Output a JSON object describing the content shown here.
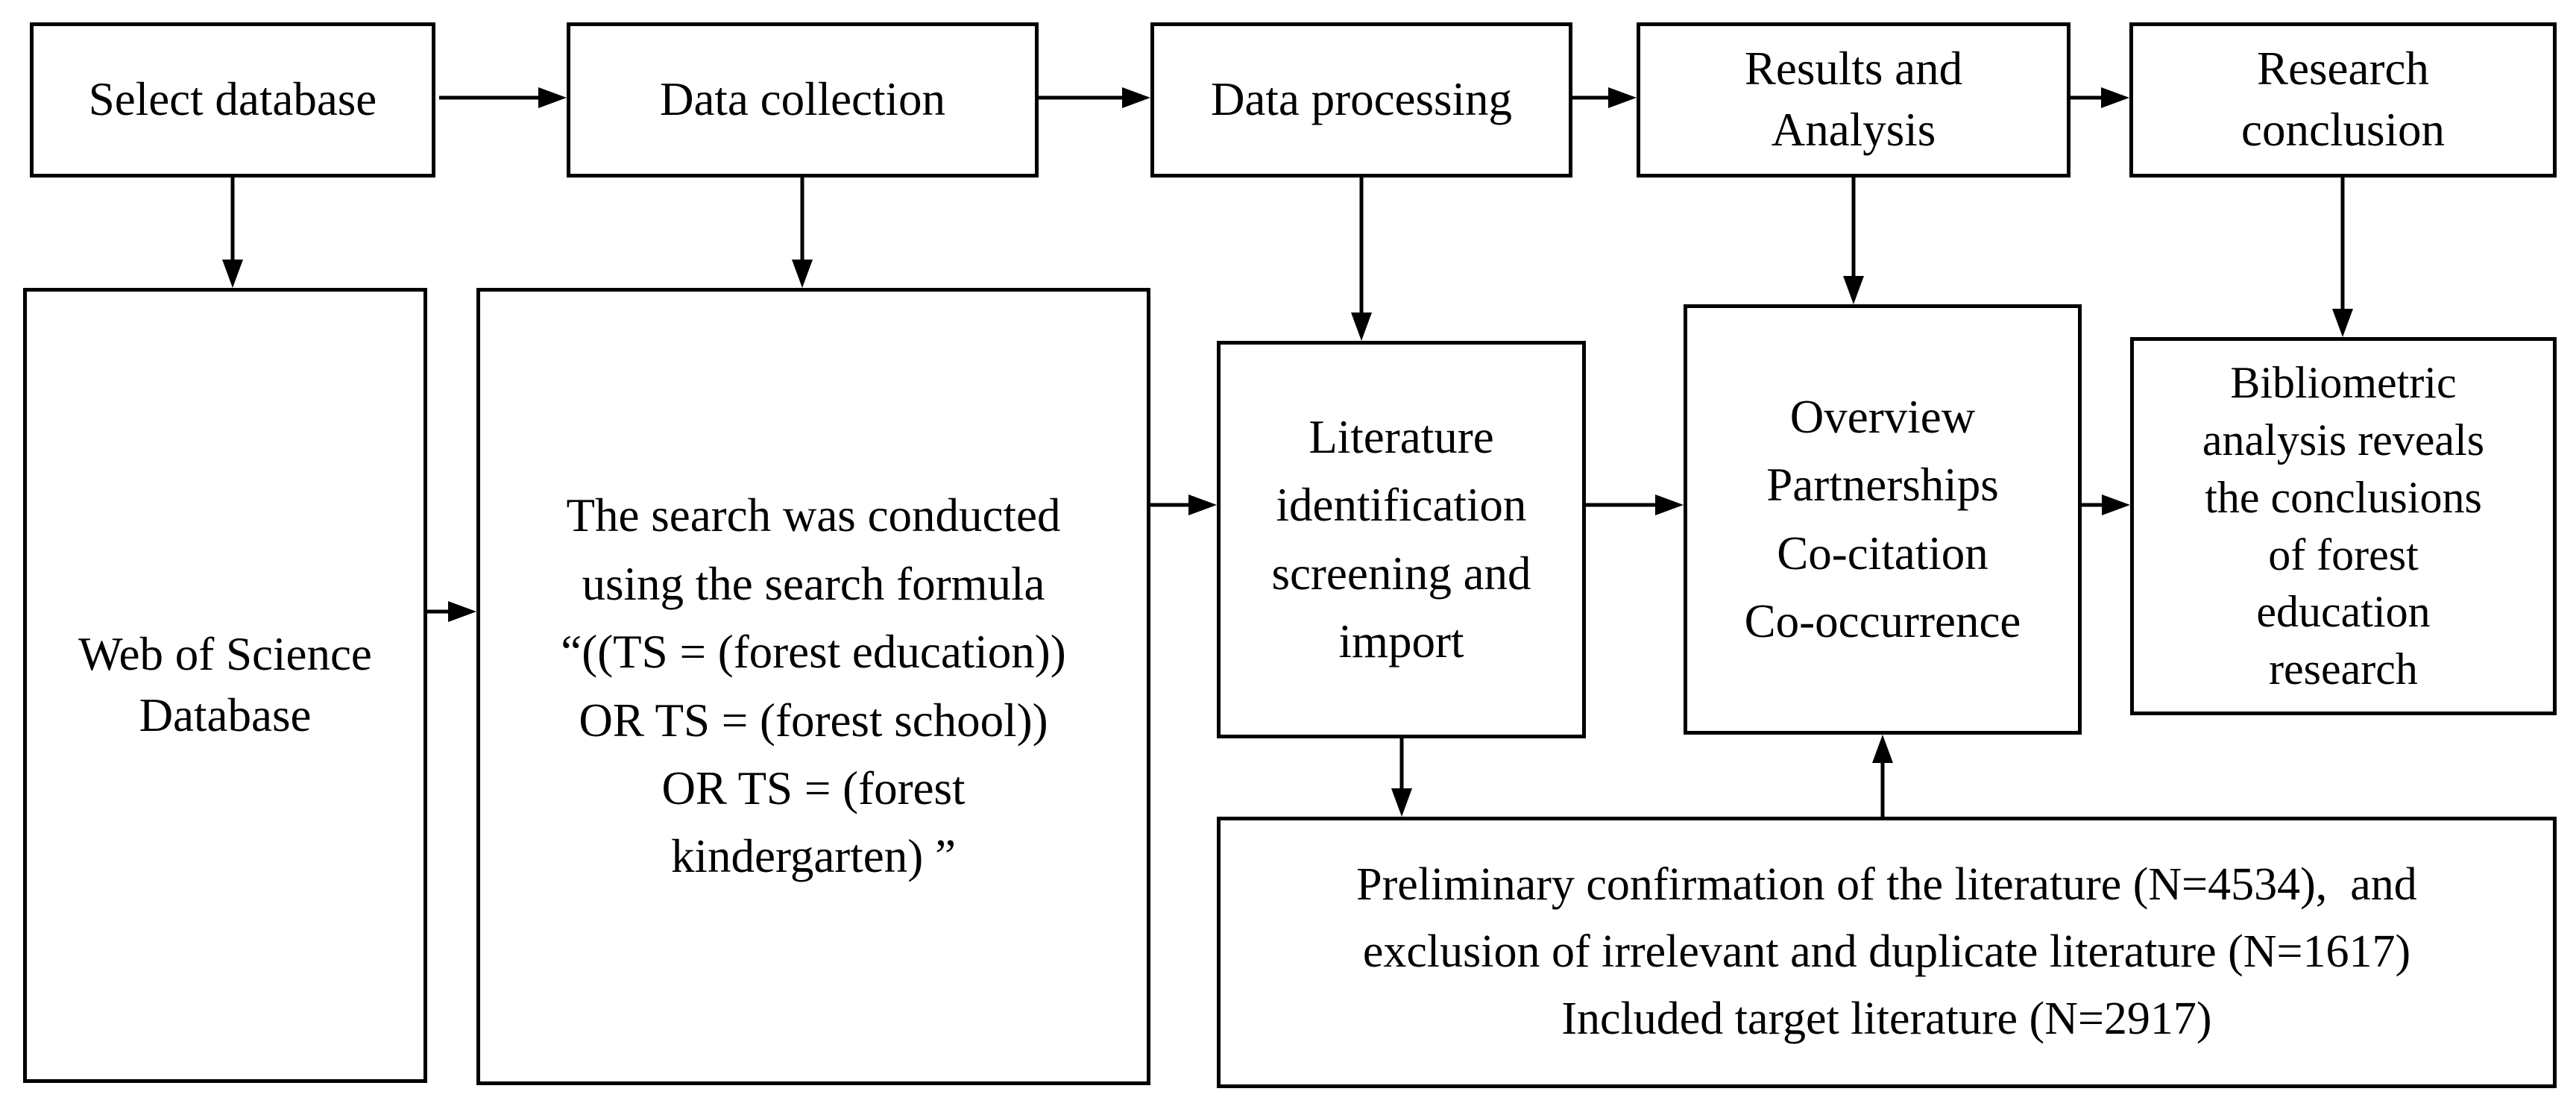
{
  "colors": {
    "background": "#ffffff",
    "box_border": "#000000",
    "text": "#000000",
    "arrow": "#000000"
  },
  "nodes": {
    "select_database": {
      "label": "Select database"
    },
    "data_collection": {
      "label": "Data collection"
    },
    "data_processing": {
      "label": "Data processing"
    },
    "results_and_analysis": {
      "label": "Results and\nAnalysis"
    },
    "research_conclusion": {
      "label": "Research\nconclusion"
    },
    "web_of_science": {
      "label": "Web of Science\nDatabase"
    },
    "search_formula": {
      "label": "The search was conducted\nusing the search formula\n“((TS = (forest education))\nOR TS = (forest school))\nOR TS = (forest\nkindergarten) ”"
    },
    "literature_identification": {
      "label": "Literature\nidentification\nscreening and\nimport"
    },
    "analysis_methods": {
      "label": "Overview\nPartnerships\nCo-citation\nCo-occurrence"
    },
    "bibliometric_conclusion": {
      "label": "Bibliometric\nanalysis reveals\nthe conclusions\nof forest\neducation\nresearch"
    },
    "literature_screening": {
      "label": "Preliminary confirmation of the literature (N=4534),  and\nexclusion of irrelevant and duplicate literature (N=1617)\nIncluded target literature (N=2917)"
    }
  },
  "counts": {
    "preliminary_confirmed": 4534,
    "excluded_irrelevant_duplicate": 1617,
    "included_target": 2917
  },
  "edges": [
    {
      "from": "select_database",
      "to": "data_collection"
    },
    {
      "from": "data_collection",
      "to": "data_processing"
    },
    {
      "from": "data_processing",
      "to": "results_and_analysis"
    },
    {
      "from": "results_and_analysis",
      "to": "research_conclusion"
    },
    {
      "from": "select_database",
      "to": "web_of_science"
    },
    {
      "from": "data_collection",
      "to": "search_formula"
    },
    {
      "from": "data_processing",
      "to": "literature_identification"
    },
    {
      "from": "results_and_analysis",
      "to": "analysis_methods"
    },
    {
      "from": "research_conclusion",
      "to": "bibliometric_conclusion"
    },
    {
      "from": "web_of_science",
      "to": "search_formula"
    },
    {
      "from": "search_formula",
      "to": "literature_identification"
    },
    {
      "from": "literature_identification",
      "to": "analysis_methods"
    },
    {
      "from": "analysis_methods",
      "to": "bibliometric_conclusion"
    },
    {
      "from": "literature_identification",
      "to": "literature_screening"
    },
    {
      "from": "literature_screening",
      "to": "analysis_methods"
    }
  ]
}
